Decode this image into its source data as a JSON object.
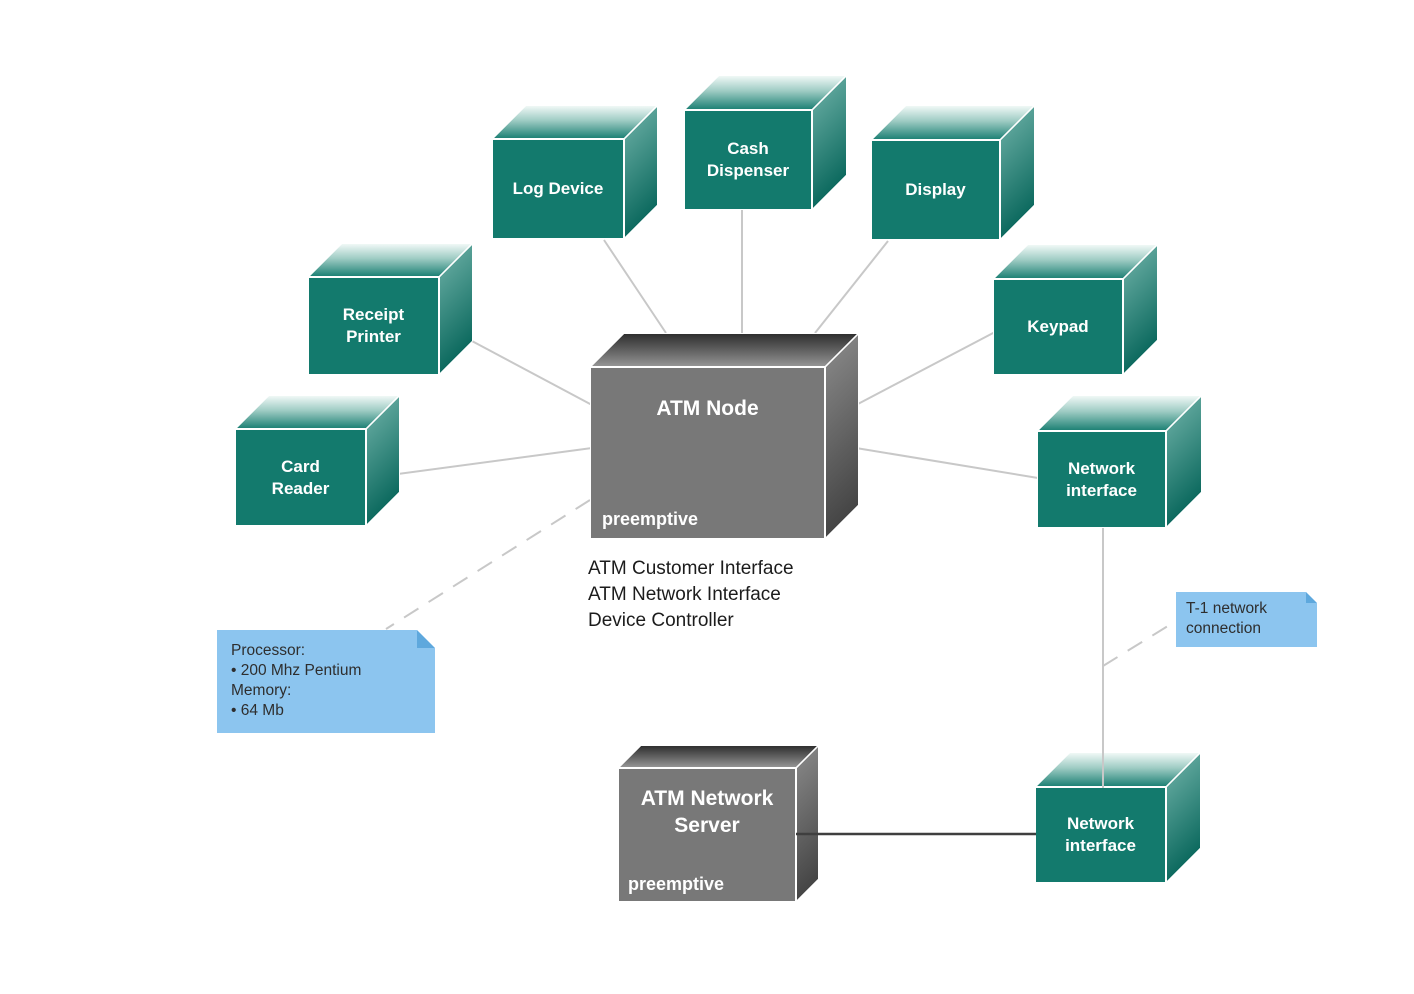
{
  "diagram_type": "UML deployment diagram",
  "nodes": {
    "log_device": {
      "label": "Log Device"
    },
    "cash_dispenser": {
      "label": "Cash Dispenser"
    },
    "display": {
      "label": "Display"
    },
    "receipt_printer": {
      "label": "Receipt Printer"
    },
    "keypad": {
      "label": "Keypad"
    },
    "card_reader": {
      "label": "Card Reader"
    },
    "network_interface_atm": {
      "label": "Network interface"
    },
    "network_interface_server": {
      "label": "Network interface"
    },
    "atm_node": {
      "label": "ATM Node",
      "stereotype": "preemptive",
      "components": [
        "ATM Customer Interface",
        "ATM Network Interface",
        "Device Controller"
      ]
    },
    "atm_network_server": {
      "label": "ATM Network Server",
      "stereotype": "preemptive"
    }
  },
  "notes": {
    "processor_note": {
      "lines": [
        "Processor:",
        "• 200 Mhz Pentium",
        "Memory:",
        "• 64 Mb"
      ]
    },
    "t1_note": {
      "lines": [
        "T-1 network",
        "connection"
      ]
    }
  },
  "colors": {
    "node_teal": "#137a6d",
    "node_gray": "#787878",
    "note_blue": "#8cc5ef",
    "connector_gray": "#c8c8c8",
    "connector_black": "#3f3f3f"
  }
}
